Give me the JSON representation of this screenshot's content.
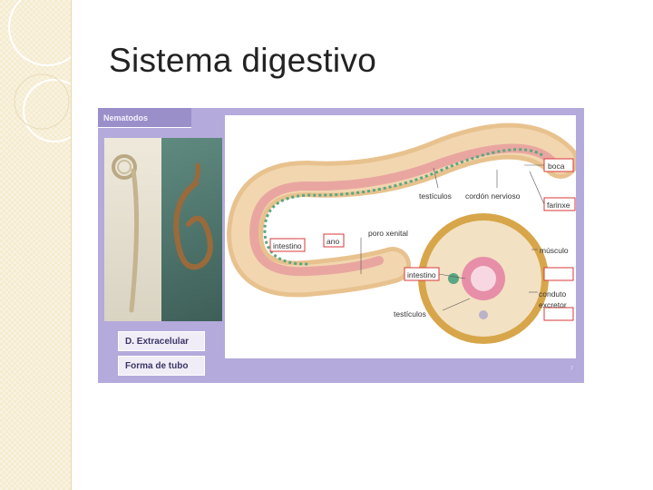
{
  "slide": {
    "title": "Sistema digestivo",
    "page_number": "7"
  },
  "panel": {
    "tab_label": "Nematodos",
    "boxes": [
      "D. Extracelular",
      "Forma de tubo"
    ]
  },
  "diagram_labels": {
    "boca": "boca",
    "farinxe": "farinxe",
    "testiculos_top": "testículos",
    "cordon": "cordón nervioso",
    "intestino_left": "intestino",
    "ano": "ano",
    "poro": "poro xenital",
    "musculo": "músculo",
    "intestino_center": "intestino",
    "conduto": "conduto",
    "excretor": "excretor",
    "testiculos_bottom": "testículos"
  },
  "colors": {
    "panel": "#b4aadb",
    "tab": "#9b8fca",
    "label_border": "#d93a3a",
    "worm_outer": "#e8c28e",
    "worm_inner": "#f2d6b0",
    "intestine": "#e9a6a0",
    "nerve": "#5aa784"
  }
}
